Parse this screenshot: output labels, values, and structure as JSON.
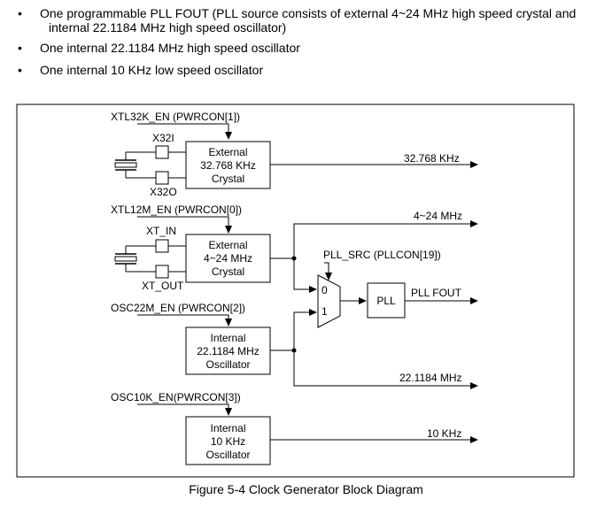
{
  "bullets": [
    {
      "line1": "One programmable PLL FOUT (PLL source consists of external 4~24 MHz high speed crystal and",
      "line2": "internal 22.1184 MHz high speed oscillator)"
    },
    {
      "line1": "One internal 22.1184 MHz high speed oscillator"
    },
    {
      "line1": "One internal 10 KHz low speed oscillator"
    }
  ],
  "bullet_glyph": "•",
  "diagram": {
    "xtl32k_en": "XTL32K_EN (PWRCON[1])",
    "x32i": "X32I",
    "x32o": "X32O",
    "ext32_l1": "External",
    "ext32_l2": "32.768 KHz",
    "ext32_l3": "Crystal",
    "out_32k": "32.768 KHz",
    "xtl12m_en": "XTL12M_EN (PWRCON[0])",
    "xt_in": "XT_IN",
    "xt_out": "XT_OUT",
    "ext4_l1": "External",
    "ext4_l2": "4~24 MHz",
    "ext4_l3": "Crystal",
    "out_4_24": "4~24 MHz",
    "pll_src": "PLL_SRC (PLLCON[19])",
    "mux_0": "0",
    "mux_1": "1",
    "pll": "PLL",
    "out_pll": "PLL FOUT",
    "osc22m_en": "OSC22M_EN (PWRCON[2])",
    "int22_l1": "Internal",
    "int22_l2": "22.1184 MHz",
    "int22_l3": "Oscillator",
    "out_22": "22.1184 MHz",
    "osc10k_en": "OSC10K_EN(PWRCON[3])",
    "int10_l1": "Internal",
    "int10_l2": "10 KHz",
    "int10_l3": "Oscillator",
    "out_10k": "10 KHz"
  },
  "caption": "Figure 5-4 Clock Generator Block Diagram"
}
